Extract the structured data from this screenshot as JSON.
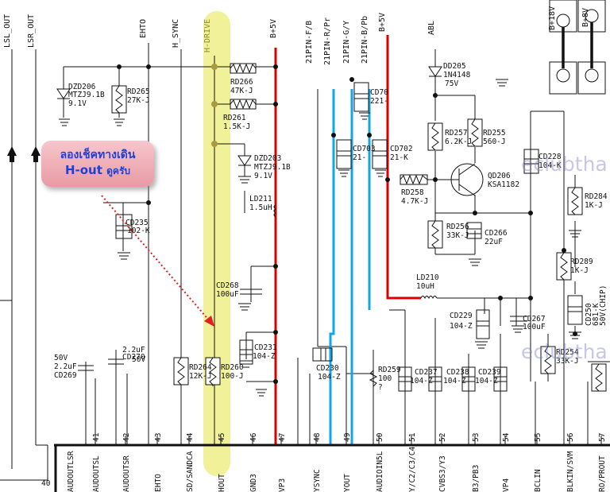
{
  "top_labels": {
    "lsl_out": "LSL_OUT",
    "lsr_out": "LSR_OUT",
    "ehto": "EHTO",
    "hsync": "H_SYNC",
    "hdrive": "H-DRIVE",
    "b5v_a": "B+5V",
    "pin_f": "21PIN-F/B",
    "pin_r": "21PIN-R/Pr",
    "pin_g": "21PIN-G/Y",
    "pin_b": "21PIN-B/Pb",
    "b5v_b": "B+5V",
    "abl": "ABL",
    "b18v": "B+18V",
    "b8v": "B+8V"
  },
  "components": {
    "dzd206": [
      "DZD206",
      "MTZJ9.1B",
      "9.1V"
    ],
    "rd265": [
      "RD265",
      "27K-J"
    ],
    "rd266": [
      "RD266",
      "47K-J"
    ],
    "rd261": [
      "RD261",
      "1.5K-J"
    ],
    "dzd203": [
      "DZD203",
      "MTZJ9.1B",
      "9.1V"
    ],
    "ld211": [
      "LD211",
      "1.5uH"
    ],
    "cd235": [
      "CD235",
      "102-K"
    ],
    "cd268": [
      "CD268",
      "100uF"
    ],
    "cd231": [
      "CD231",
      "104-Z"
    ],
    "rd264": [
      "RD264",
      "12K-J"
    ],
    "rd260": [
      "RD260",
      "100-J"
    ],
    "cd269": [
      "50V",
      "2.2uF",
      "CD269"
    ],
    "cd270": [
      "50V",
      "2.2uF",
      "CD270"
    ],
    "cd230": [
      "CD230",
      "104-Z"
    ],
    "rd259": [
      "RD259",
      "100",
      "?"
    ],
    "cd237": [
      "CD237",
      "104-Z"
    ],
    "cd238": [
      "CD238",
      "104-Z"
    ],
    "cd239": [
      "CD239",
      "104-Z"
    ],
    "cd70x": [
      "CD70",
      "221-"
    ],
    "cd703": [
      "CD703",
      "21-"
    ],
    "cd702": [
      "CD702",
      "21-K"
    ],
    "dd205": [
      "DD205",
      "1N4148",
      "75V"
    ],
    "rd257": [
      "RD257",
      "6.2K-J"
    ],
    "rd255": [
      "RD255",
      "560-J"
    ],
    "rd258": [
      "RD258",
      "4.7K-J"
    ],
    "qd206": [
      "QD206",
      "KSA1182"
    ],
    "rd256": [
      "RD256",
      "33K-J"
    ],
    "cd266": [
      "CD266",
      "22uF"
    ],
    "ld210": [
      "LD210",
      "10uH"
    ],
    "cd229": [
      "CD229",
      "104-Z"
    ],
    "cd267": [
      "CD267",
      "100uF"
    ],
    "cd228": [
      "CD228",
      "104-K"
    ],
    "rd284": [
      "RD284",
      "1K-J"
    ],
    "rd289": [
      "RD289",
      "1K-J"
    ],
    "cd250": [
      "CD250",
      "681-K",
      "50V(CHIP)"
    ],
    "rd254": [
      "RD254",
      "33K-J"
    ]
  },
  "pins": [
    {
      "num": "40",
      "name": "AUDOUTLSR"
    },
    {
      "num": "41",
      "name": "AUDOUTSL"
    },
    {
      "num": "42",
      "name": "AUDOUTSR"
    },
    {
      "num": "43",
      "name": "EHTO"
    },
    {
      "num": "44",
      "name": "SD/SANDCA"
    },
    {
      "num": "45",
      "name": "HOUT"
    },
    {
      "num": "46",
      "name": "GND3"
    },
    {
      "num": "47",
      "name": "VP3"
    },
    {
      "num": "48",
      "name": "YSYNC"
    },
    {
      "num": "49",
      "name": "YOUT"
    },
    {
      "num": "50",
      "name": "AUDIOIN5L"
    },
    {
      "num": "51",
      "name": "Y/C2/C3/C4"
    },
    {
      "num": "52",
      "name": "CVBS3/Y3"
    },
    {
      "num": "53",
      "name": "B3/PB3"
    },
    {
      "num": "54",
      "name": "VP4"
    },
    {
      "num": "55",
      "name": "BCLIN"
    },
    {
      "num": "56",
      "name": "BLKIN/SVM"
    },
    {
      "num": "57",
      "name": "RO/PROUT"
    }
  ],
  "callout": {
    "line1": "ลองเช็คทางเดิน",
    "line2_latin": "H-out",
    "line2_thai": "ดูครับ"
  },
  "watermarks": [
    "eclubtha",
    "eclubtha"
  ],
  "colors": {
    "red_rail": "#d90000",
    "blue_line": "#11a6e6",
    "highlight": "#eeef88",
    "arrow": "#e02020"
  }
}
